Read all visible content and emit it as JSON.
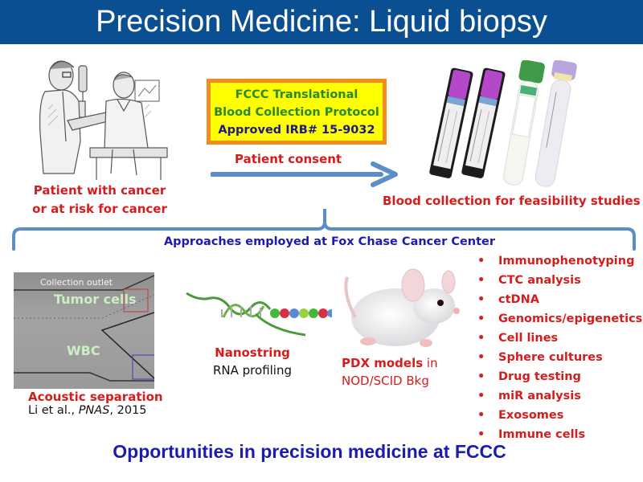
{
  "slide": {
    "title": "Precision Medicine: Liquid biopsy",
    "colors": {
      "title_bar": "#0b4f93",
      "title_text": "#ffffff",
      "red_text": "#d71c1c",
      "navy_text": "#1b1bb0",
      "green_text": "#2a8a2a",
      "box_fill": "#ffff00",
      "box_border": "#f28c1e",
      "arrow": "#5b8ec9"
    }
  },
  "patient": {
    "caption_line1": "Patient with cancer",
    "caption_line2": "or at risk for cancer"
  },
  "protocol_box": {
    "line1": "FCCC Translational",
    "line2": "Blood Collection Protocol",
    "line3": "Approved IRB# 15-9032"
  },
  "consent_arrow": {
    "label": "Patient consent"
  },
  "blood_collection": {
    "caption": "Blood collection for feasibility studies"
  },
  "approaches": {
    "heading": "Approaches employed at Fox Chase Cancer Center"
  },
  "acoustic": {
    "image_labels": {
      "outlet": "Collection outlet",
      "tumor": "Tumor cells",
      "wbc": "WBC"
    },
    "caption": "Acoustic separation",
    "citation_authors": "Li et al., ",
    "citation_journal": "PNAS",
    "citation_year": ", 2015"
  },
  "nanostring": {
    "caption_line1": "Nanostring",
    "caption_line2": "RNA profiling"
  },
  "pdx": {
    "caption_bold": "PDX  models",
    "caption_rest": " in",
    "caption_line2": "NOD/SCID Bkg"
  },
  "applications": {
    "bullet": "•",
    "items": [
      "Immunophenotyping",
      "CTC analysis",
      "ctDNA",
      "Genomics/epigenetics",
      "Cell lines",
      "Sphere cultures",
      "Drug testing",
      "miR analysis",
      "Exosomes",
      "Immune cells"
    ]
  },
  "footer": {
    "text": "Opportunities in precision medicine at FCCC"
  }
}
